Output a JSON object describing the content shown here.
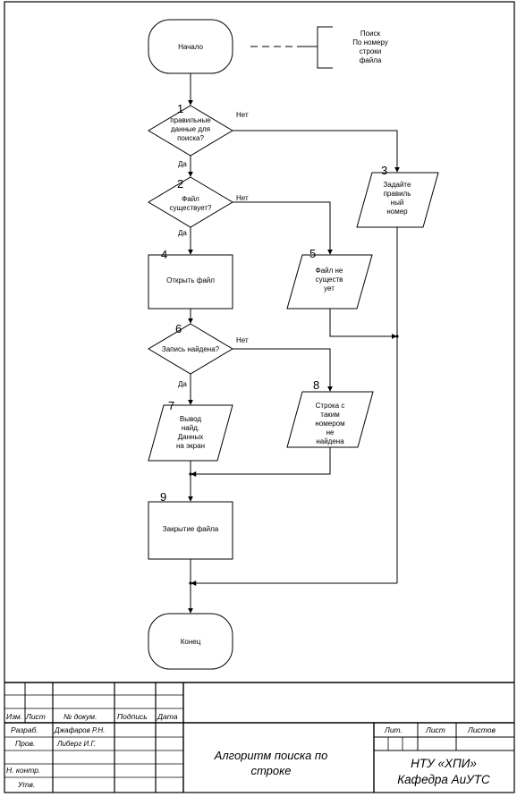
{
  "flowchart": {
    "start": "Начало",
    "annotation": [
      "Поиск",
      "По номеру",
      "строки",
      "файла"
    ],
    "nodes": {
      "n1": {
        "num": "1",
        "lines": [
          "правильные",
          "данные для",
          "поиска?"
        ]
      },
      "n2": {
        "num": "2",
        "lines": [
          "Файл",
          "существует?"
        ]
      },
      "n3": {
        "num": "3",
        "lines": [
          "Задайте",
          "правиль",
          "ный",
          "номер"
        ]
      },
      "n4": {
        "num": "4",
        "lines": [
          "Открыть файл"
        ]
      },
      "n5": {
        "num": "5",
        "lines": [
          "Файл не",
          "существ",
          "ует"
        ]
      },
      "n6": {
        "num": "6",
        "lines": [
          "Запись найдена?"
        ]
      },
      "n7": {
        "num": "7",
        "lines": [
          "Вывод",
          "найд.",
          "Данных",
          "на экран"
        ]
      },
      "n8": {
        "num": "8",
        "lines": [
          "Строка с",
          "таким",
          "номером",
          "не",
          "найдена"
        ]
      },
      "n9": {
        "num": "9",
        "lines": [
          "Закрытие файла"
        ]
      }
    },
    "end": "Конец",
    "yes": "Да",
    "no": "Нет"
  },
  "title_block": {
    "headers": [
      "Изм.",
      "Лист",
      "№ докум.",
      "Подпись",
      "Дата"
    ],
    "razrab_label": "Разраб.",
    "razrab_name": "Джафаров Р.Н.",
    "prov_label": "Пров.",
    "prov_name": "Либерг И.Г.",
    "nkontr_label": "Н. контр.",
    "utv_label": "Утв.",
    "title": [
      "Алгоритм поиска по",
      "строке"
    ],
    "lit": "Лит.",
    "list": "Лист",
    "listov": "Листов",
    "org": [
      "НТУ «ХПИ»",
      "Кафедра АиУТС"
    ]
  }
}
